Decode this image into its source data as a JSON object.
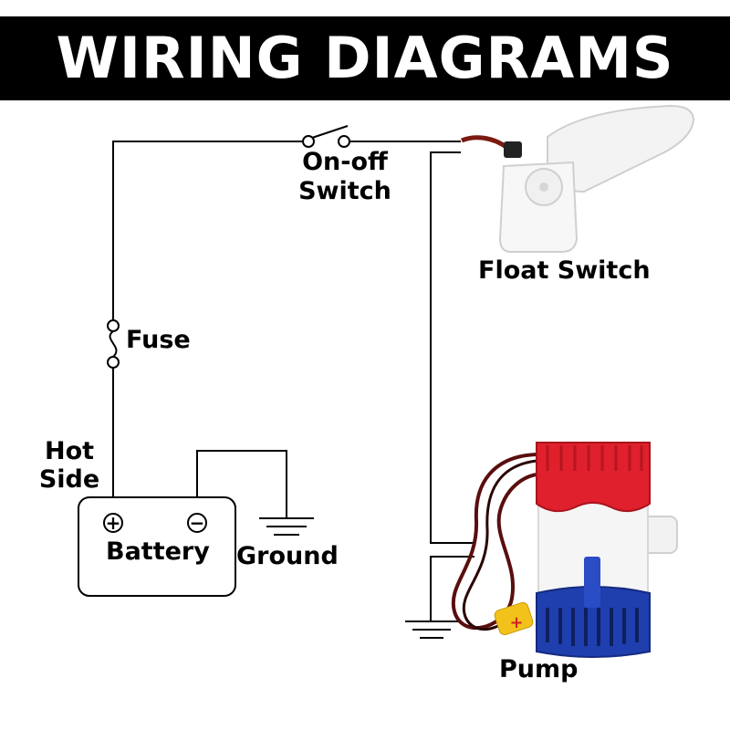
{
  "title": "WIRING DIAGRAMS",
  "labels": {
    "switch_line1": "On-off",
    "switch_line2": "Switch",
    "float_switch": "Float Switch",
    "fuse": "Fuse",
    "hot_line1": "Hot",
    "hot_line2": "Side",
    "battery": "Battery",
    "ground": "Ground",
    "pump": "Pump",
    "positive_symbol": "+",
    "negative_symbol": "−"
  },
  "colors": {
    "banner": "#000000",
    "wire": "#000000",
    "pump_cap": "#e0202c",
    "pump_base": "#1f3fae",
    "pump_body": "#f4f4f4",
    "cable": "#5a0e0e"
  }
}
